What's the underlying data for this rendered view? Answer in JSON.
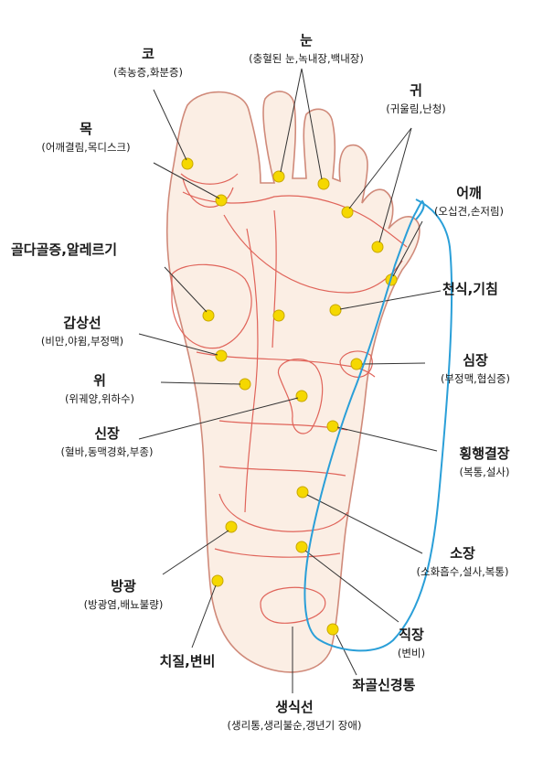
{
  "labels": {
    "nose": {
      "title": "코",
      "sub": "(축농증,화분증)"
    },
    "eye": {
      "title": "눈",
      "sub": "(충혈된 눈,녹내장,백내장)"
    },
    "ear": {
      "title": "귀",
      "sub": "(귀울림,난청)"
    },
    "neck": {
      "title": "목",
      "sub": "(어깨결림,목디스크)"
    },
    "shoulder": {
      "title": "어깨",
      "sub": "(오십견,손저림)"
    },
    "bone": {
      "title": "골다골증,알레르기",
      "sub": ""
    },
    "asthma": {
      "title": "천식,기침",
      "sub": ""
    },
    "thyroid": {
      "title": "갑상선",
      "sub": "(비만,야윔,부정맥)"
    },
    "heart": {
      "title": "심장",
      "sub": "(부정맥,협심증)"
    },
    "stomach": {
      "title": "위",
      "sub": "(위궤양,위하수)"
    },
    "kidney": {
      "title": "신장",
      "sub": "(혈바,동맥경화,부종)"
    },
    "colon": {
      "title": "횡행결장",
      "sub": "(복통,설사)"
    },
    "smallint": {
      "title": "소장",
      "sub": "(소화흡수,설사,복통)"
    },
    "bladder": {
      "title": "방광",
      "sub": "(방광염,배뇨불량)"
    },
    "rectum": {
      "title": "직장",
      "sub": "(변비)"
    },
    "hemorrhoid": {
      "title": "치질,변비",
      "sub": ""
    },
    "sciatic": {
      "title": "좌골신경통",
      "sub": ""
    },
    "genital": {
      "title": "생식선",
      "sub": "(생리통,생리불순,갱년기 장애)"
    }
  },
  "colors": {
    "skin": "#fbeee4",
    "outline": "#d08a7a",
    "zone_line": "#e0645a",
    "dot_fill": "#f5d800",
    "dot_stroke": "#c9a800",
    "leader": "#333333",
    "annotation": "#2a9fd8"
  }
}
